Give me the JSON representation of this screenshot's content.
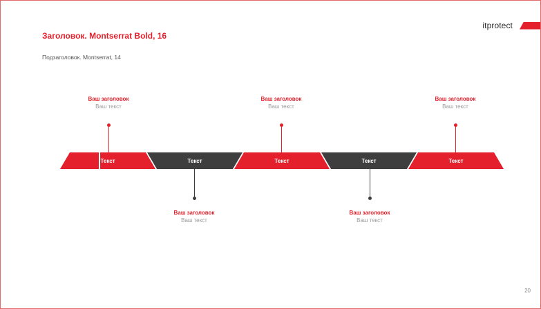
{
  "brand": {
    "name": "itprotect",
    "accent_color": "#e3202b"
  },
  "header": {
    "title": "Заголовок. Montserrat Bold, 16",
    "subtitle": "Подзаголовок. Montserrat, 14"
  },
  "timeline": {
    "segments": [
      {
        "label": "Текст",
        "color": "red"
      },
      {
        "label": "Текст",
        "color": "dark"
      },
      {
        "label": "Текст",
        "color": "red"
      },
      {
        "label": "Текст",
        "color": "dark"
      },
      {
        "label": "Текст",
        "color": "red"
      }
    ],
    "callouts": [
      {
        "title": "Ваш заголовок",
        "text": "Ваш текст"
      },
      {
        "title": "Ваш заголовок",
        "text": "Ваш текст"
      },
      {
        "title": "Ваш заголовок",
        "text": "Ваш текст"
      },
      {
        "title": "Ваш заголовок",
        "text": "Ваш текст"
      },
      {
        "title": "Ваш заголовок",
        "text": "Ваш текст"
      }
    ]
  },
  "footer": {
    "page_number": "20"
  },
  "colors": {
    "red": "#e3202b",
    "dark": "#3e3e3e",
    "muted": "#9a9a9a"
  }
}
